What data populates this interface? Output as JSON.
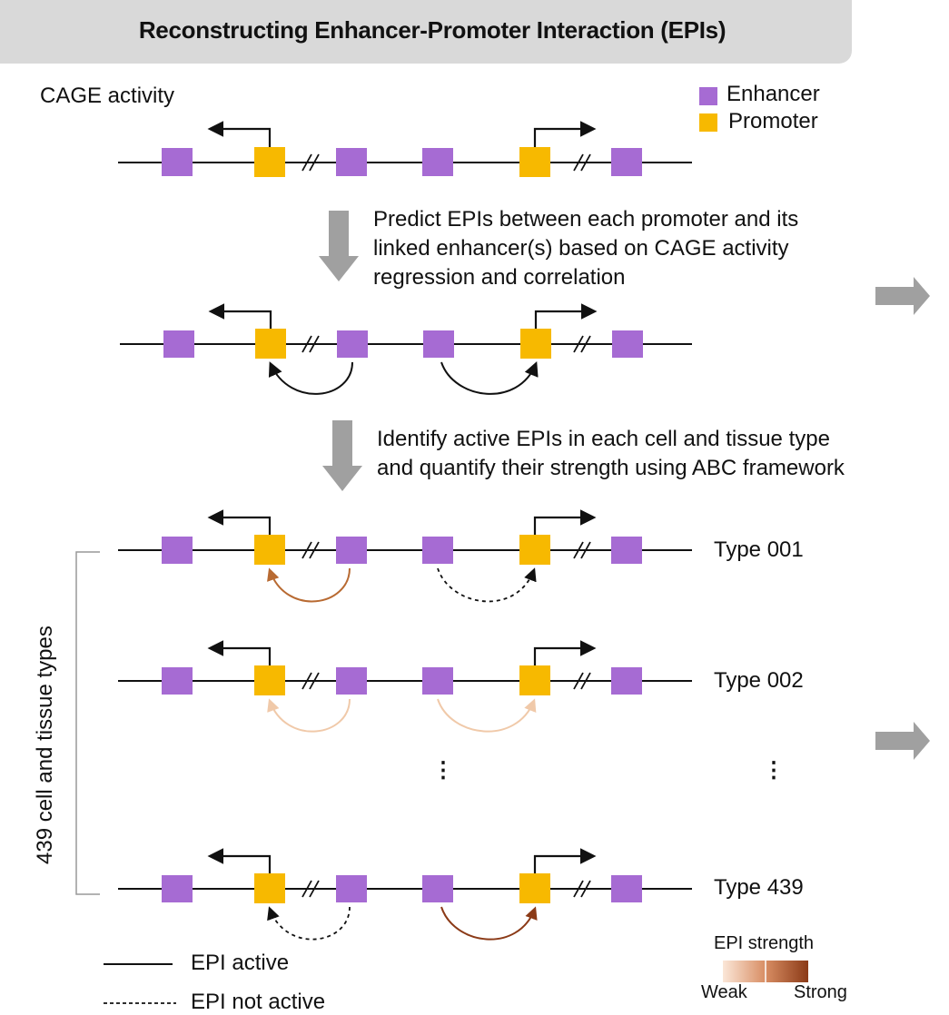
{
  "title": "Reconstructing Enhancer-Promoter Interaction (EPIs)",
  "cage_label": "CAGE activity",
  "legend": {
    "enhancer_label": "Enhancer",
    "promoter_label": "Promoter"
  },
  "colors": {
    "enhancer": "#a66bd3",
    "promoter": "#f7b900",
    "arrow_gray": "#a0a0a0",
    "title_bg": "#d9d9d9",
    "strong_epi": "#8b3a17",
    "medium_epi": "#b86a32",
    "weak_epi": "#f0c9a9"
  },
  "steps": {
    "step1": [
      "Predict EPIs between each promoter and its",
      "linked enhancer(s) based on CAGE activity",
      "regression and correlation"
    ],
    "step2": [
      "Identify active EPIs in each cell and tissue type",
      "and quantify their strength using ABC framework"
    ]
  },
  "types": [
    "Type 001",
    "Type 002",
    "Type 439"
  ],
  "vertical_label": "439 cell and tissue types",
  "ellipsis": "⋮",
  "line_legend": {
    "active": "EPI active",
    "not_active": "EPI not active"
  },
  "strength_legend": {
    "title": "EPI strength",
    "weak": "Weak",
    "strong": "Strong"
  }
}
